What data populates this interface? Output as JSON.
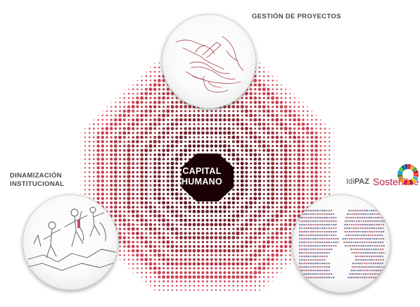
{
  "diagram": {
    "center": {
      "line1": "CAPITAL",
      "line2": "HUMANO"
    },
    "labels": {
      "gestion": "GESTIÓN DE PROYECTOS",
      "dinamizacion_line1": "DINAMIZACIÓN",
      "dinamizacion_line2": "INSTITUCIONAL"
    },
    "logo": {
      "prefix": "Idi",
      "paz": "PAZ",
      "sostenible": "Sostenible"
    },
    "colors": {
      "dot_outer": "#d94a5a",
      "dot_inner": "#2a0508",
      "accent": "#b31c3a",
      "label_text": "#4a4a4a"
    },
    "illustrations": {
      "top": "hand-writing-sketch",
      "left": "people-helping-climb-sketch",
      "right": "faces-made-of-text"
    },
    "sdg_wheel_colors": [
      "#e5243b",
      "#dda63a",
      "#4c9f38",
      "#c5192d",
      "#ff3a21",
      "#26bde2",
      "#fcc30b",
      "#a21942",
      "#fd6925",
      "#dd1367",
      "#fd9d24",
      "#bf8b2e",
      "#3f7e44",
      "#0a97d9",
      "#56c02b",
      "#00689d",
      "#19486a"
    ]
  }
}
